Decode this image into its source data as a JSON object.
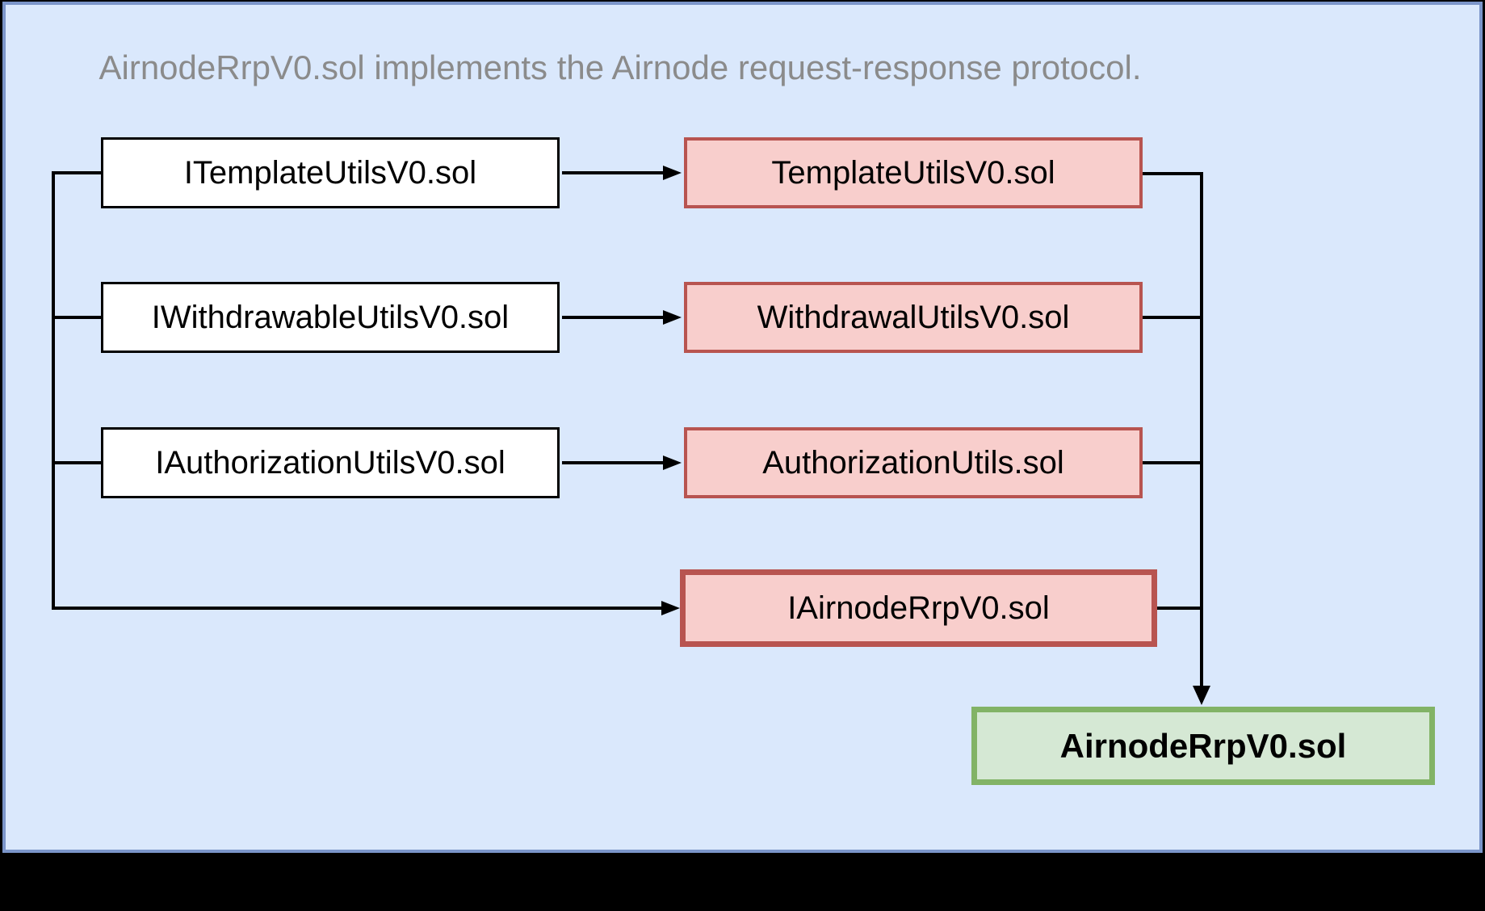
{
  "diagram": {
    "title": "AirnodeRrpV0.sol implements the Airnode request-response protocol.",
    "interface_boxes": [
      {
        "label": "ITemplateUtilsV0.sol"
      },
      {
        "label": "IWithdrawableUtilsV0.sol"
      },
      {
        "label": "IAuthorizationUtilsV0.sol"
      }
    ],
    "implementation_boxes": [
      {
        "label": "TemplateUtilsV0.sol"
      },
      {
        "label": "WithdrawalUtilsV0.sol"
      },
      {
        "label": "AuthorizationUtils.sol"
      }
    ],
    "rrp_interface_box": {
      "label": "IAirnodeRrpV0.sol"
    },
    "main_box": {
      "label": "AirnodeRrpV0.sol"
    },
    "colors": {
      "page_bg": "#000000",
      "canvas_bg": "#dae8fc",
      "frame_border": "#7b95c9",
      "title_color": "#8b8b8b",
      "line_color": "#000000",
      "interface_fill": "#ffffff",
      "interface_border": "#000000",
      "impl_fill": "#f8cecc",
      "impl_border": "#b85450",
      "main_fill": "#d5e8d4",
      "main_border": "#82b366"
    }
  }
}
